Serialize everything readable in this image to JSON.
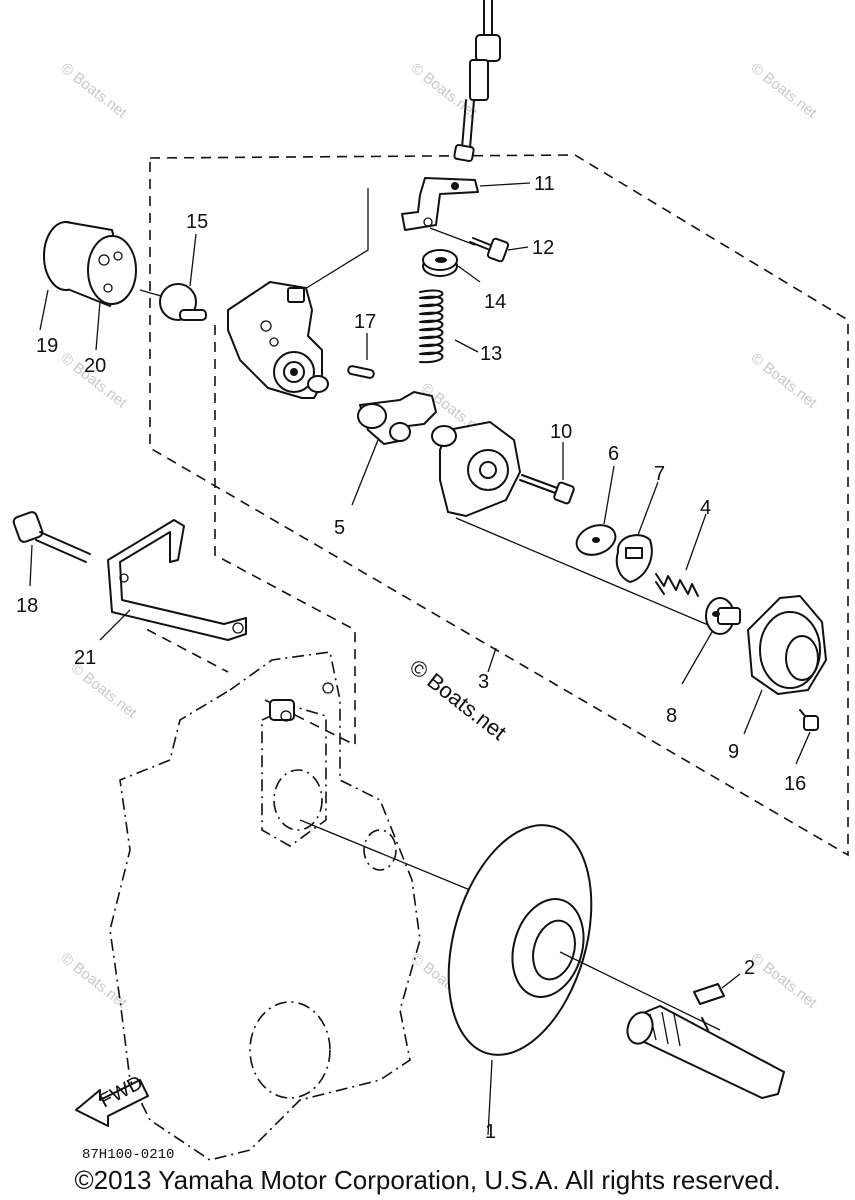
{
  "diagram": {
    "part_numbers": {
      "p1": "1",
      "p2": "2",
      "p3": "3",
      "p4": "4",
      "p5": "5",
      "p6": "6",
      "p7": "7",
      "p8": "8",
      "p9": "9",
      "p10": "10",
      "p11": "11",
      "p12": "12",
      "p13": "13",
      "p14": "14",
      "p15": "15",
      "p16": "16",
      "p17": "17",
      "p18": "18",
      "p19": "19",
      "p20": "20",
      "p21": "21"
    },
    "drawing_code": "87H100-0210",
    "fwd_label": "FWD",
    "center_watermark": "© Boats.net",
    "watermark": "© Boats.net"
  },
  "footer": {
    "copyright": "©2013 Yamaha Motor Corporation, U.S.A. All rights reserved."
  }
}
